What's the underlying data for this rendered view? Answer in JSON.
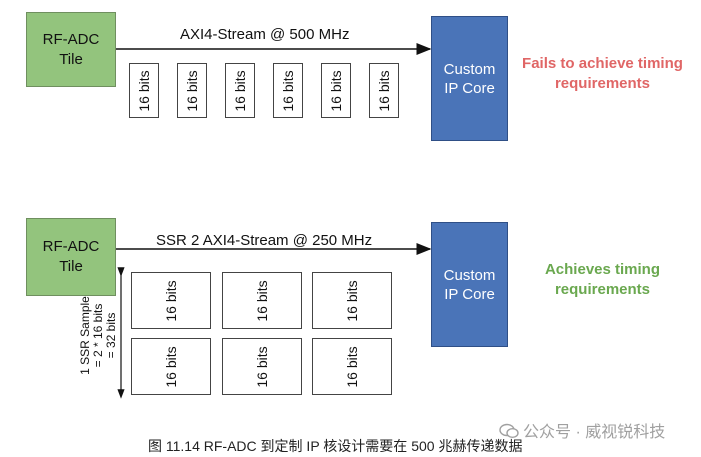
{
  "top": {
    "tile_label": "RF-ADC Tile",
    "stream_label": "AXI4-Stream @ 500 MHz",
    "word_label": "16 bits",
    "word_count": 6,
    "core_label": "Custom IP Core",
    "status": "Fails to achieve timing requirements",
    "status_color": "#e06666"
  },
  "bottom": {
    "tile_label": "RF-ADC Tile",
    "stream_label": "SSR 2 AXI4-Stream @ 250 MHz",
    "word_label": "16 bits",
    "grid_rows": 2,
    "grid_cols": 3,
    "ssr_note": [
      "1 SSR Sample",
      "= 2 * 16 bits",
      "= 32 bits"
    ],
    "core_label": "Custom IP Core",
    "status": "Achieves timing requirements",
    "status_color": "#6aa84f"
  },
  "colors": {
    "tile_fill": "#93c47d",
    "core_fill": "#4a74b8"
  },
  "watermark": "公众号 · 威视锐科技",
  "caption": "图  11.14 RF-ADC 到定制 IP 核设计需要在 500 兆赫传递数据"
}
